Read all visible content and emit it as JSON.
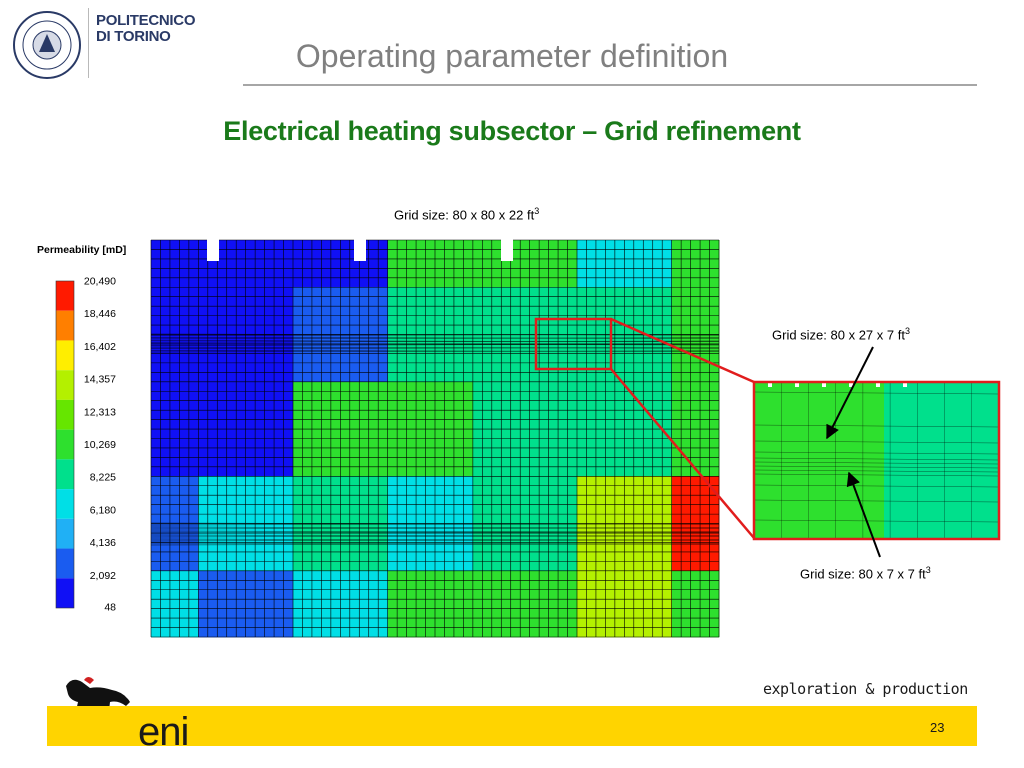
{
  "header": {
    "university_line1": "POLITECNICO",
    "university_line2": "DI TORINO",
    "title": "Operating parameter definition"
  },
  "subtitle": "Electrical heating subsector – Grid refinement",
  "captions": {
    "main_prefix": "Grid size: 80 x 80 x 22 ft",
    "coarse_prefix": "Grid size: 80 x 27 x 7 ft",
    "fine_prefix": "Grid size: 80 x 7 x 7 ft",
    "exponent": "3"
  },
  "legend": {
    "title": "Permeability [mD]",
    "ticks": [
      "20,490",
      "18,446",
      "16,402",
      "14,357",
      "12,313",
      "10,269",
      "8,225",
      "6,180",
      "4,136",
      "2,092",
      "48"
    ],
    "colors": [
      "#ff1a00",
      "#ff7f00",
      "#ffee00",
      "#b4f000",
      "#66e600",
      "#2ee02e",
      "#00e08c",
      "#00dfe6",
      "#20b0f5",
      "#1a5cf0",
      "#1010f5"
    ]
  },
  "grid_colors": {
    "border": "#000000",
    "zoom_frame": "#e11d1d"
  },
  "footer": {
    "brand": "eni",
    "division": "exploration & production",
    "page_number": "23"
  }
}
